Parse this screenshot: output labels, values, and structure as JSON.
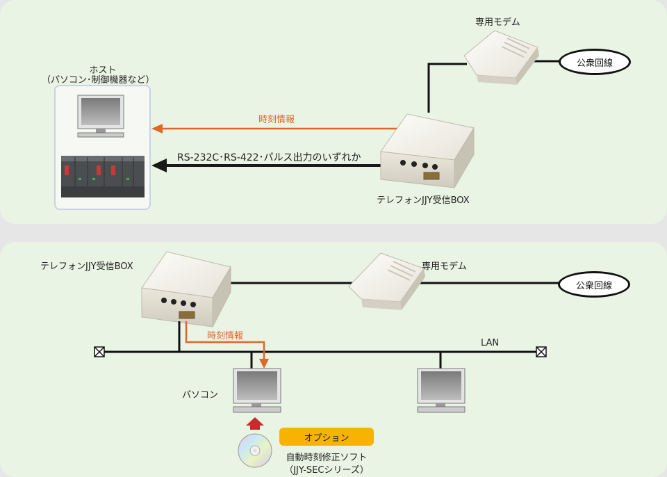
{
  "top": {
    "host_label_1": "ホスト",
    "host_label_2": "（パソコン･制御機器など）",
    "modem_label": "専用モデム",
    "public_line_label": "公衆回線",
    "time_info_label": "時刻情報",
    "output_label": "RS-232C･RS-422･パルス出力のいずれか",
    "box_label": "テレフォンJJY受信BOX"
  },
  "bottom": {
    "box_label": "テレフォンJJY受信BOX",
    "modem_label": "専用モデム",
    "public_line_label": "公衆回線",
    "time_info_label": "時刻情報",
    "lan_label": "LAN",
    "pc_label": "パソコン",
    "option_label": "オプション",
    "software_label_1": "自動時刻修正ソフト",
    "software_label_2": "（JJY-SECシリーズ）"
  },
  "colors": {
    "panel": "#eaf4e4",
    "background": "#e6e6e6",
    "time_arrow": "#e0662a",
    "data_arrow": "#1a1a1a",
    "option_badge": "#f6b400"
  }
}
